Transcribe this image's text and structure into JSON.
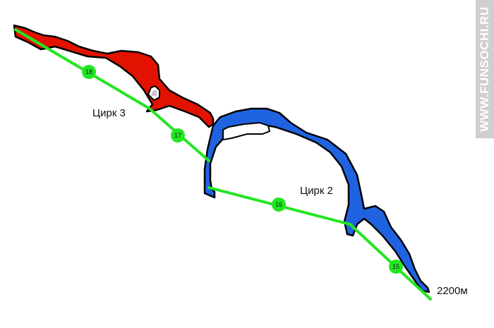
{
  "watermark": {
    "text": "WWW.FUNSOCHI.RU"
  },
  "zones": [
    {
      "name": "Цирк 3",
      "color": "#e21200"
    },
    {
      "name": "Цирк 2",
      "color": "#1f63e0"
    }
  ],
  "route": {
    "color": "#22e622",
    "markers": [
      "18",
      "17",
      "16",
      "15"
    ]
  },
  "elevation_label": "2200м",
  "outline_color": "#000000"
}
